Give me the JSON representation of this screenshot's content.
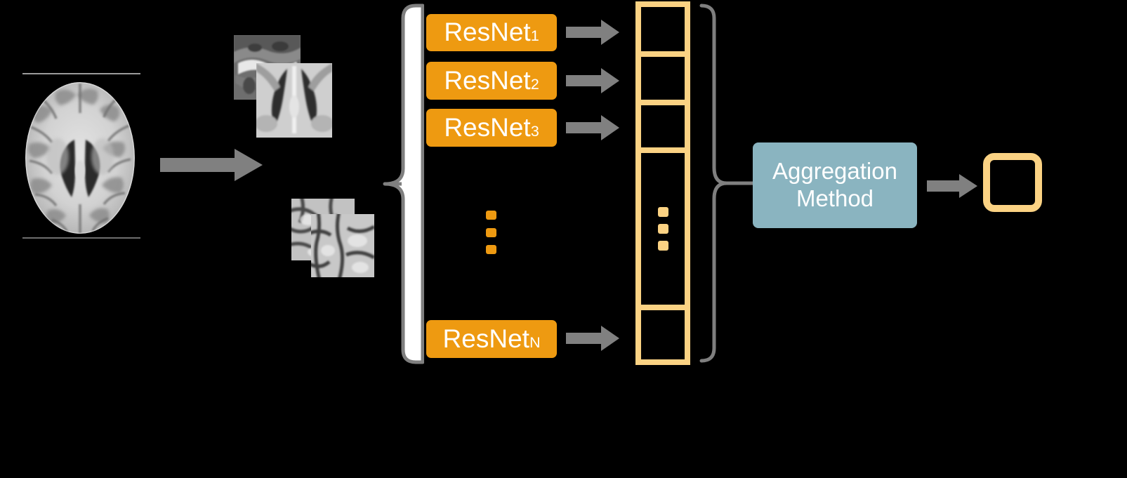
{
  "diagram": {
    "title": "Patch-based ResNet ensemble with aggregation",
    "background_color": "#000000"
  },
  "colors": {
    "orange": "#EE9A11",
    "light_orange": "#FBD283",
    "teal": "#8AB4C0",
    "arrow_gray": "#808080",
    "brace_gray": "#7F7F7F",
    "brace_fill_white": "#FFFFFF",
    "text_white": "#FFFFFF"
  },
  "input": {
    "image_name": "axial-brain-mri-slice",
    "description": "Axial T1 brain MRI slice"
  },
  "patches": [
    {
      "name": "patch-a",
      "description": "sagittal brain patch"
    },
    {
      "name": "patch-b",
      "description": "ventricle region patch"
    },
    {
      "name": "patch-c",
      "description": "cortex patch"
    },
    {
      "name": "patch-d",
      "description": "cortex patch"
    }
  ],
  "models": {
    "boxes": [
      {
        "label": "ResNet",
        "subscript": "1"
      },
      {
        "label": "ResNet",
        "subscript": "2"
      },
      {
        "label": "ResNet",
        "subscript": "3"
      },
      {
        "label": "ResNet",
        "subscript": "N"
      }
    ],
    "ellipsis": "vertical-ellipsis"
  },
  "feature_vector": {
    "name": "feature-vector-column",
    "cell_count": 5,
    "ellipsis": "vertical-ellipsis"
  },
  "aggregation": {
    "line1": "Aggregation",
    "line2": "Method"
  },
  "output": {
    "name": "output-prediction-box",
    "value": ""
  },
  "braces": {
    "left": "left-curly-brace",
    "right": "right-curly-brace"
  },
  "arrows": {
    "input_to_patches": "arrow-right",
    "resnet_to_cell": "arrow-right",
    "vector_to_aggregation": "arrow-right",
    "aggregation_to_output": "arrow-right"
  }
}
